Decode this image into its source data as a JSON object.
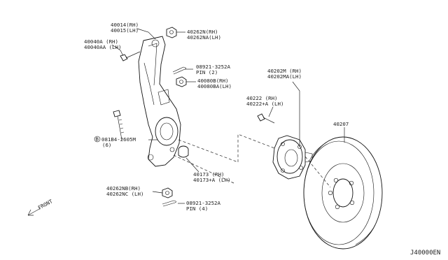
{
  "labels": {
    "knuckle_rh": "40014(RH)",
    "knuckle_lh": "40015(LH)",
    "bolt_rh": "40040A (RH)",
    "bolt_lh": "40040AA (LH)",
    "nut_top_rh": "40262N(RH)",
    "nut_top_lh": "40262NA(LH)",
    "pin_top_part": "08921-3252A",
    "pin_top_qty": "PIN (2)",
    "nut_mid_rh": "40080B(RH)",
    "nut_mid_lh": "40080BA(LH)",
    "hub_rh": "40202M (RH)",
    "hub_lh": "40202MA(LH)",
    "stud_rh": "40222 (RH)",
    "stud_lh": "40222+A (LH)",
    "rotor": "40207",
    "bolt_b_part": "081B4-2605M",
    "bolt_b_qty": "(6)",
    "circle_b": "B",
    "seal_rh": "40173 (RH)",
    "seal_lh": "40173+A (LH)",
    "nut_bot_rh": "40262NB(RH)",
    "nut_bot_lh": "40262NC (LH)",
    "pin_bot_part": "08921-3252A",
    "pin_bot_qty": "PIN (4)",
    "front": "FRONT",
    "diagram_code": "J40000EN"
  }
}
